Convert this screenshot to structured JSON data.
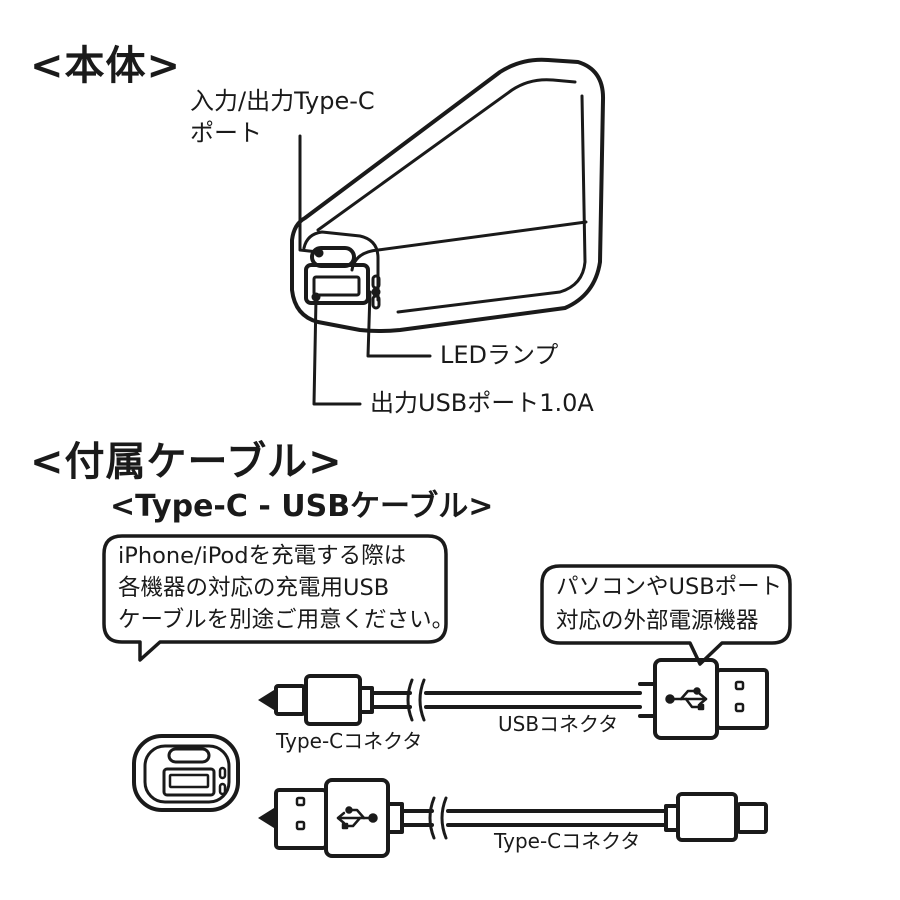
{
  "sections": {
    "main_unit": "<本体>",
    "cable": "<付属ケーブル>",
    "cable_type": "<Type-C - USBケーブル>"
  },
  "labels": {
    "port_line1": "入力/出力Type-C",
    "port_line2": "ポート",
    "led": "LEDランプ",
    "usb_out": "出力USBポート1.0A",
    "typec_connector_1": "Type-Cコネクタ",
    "usb_connector": "USBコネクタ",
    "typec_connector_2": "Type-Cコネクタ"
  },
  "notes": {
    "iphone": [
      "iPhone/iPodを充電する際は",
      "各機器の対応の充電用USB",
      "ケーブルを別途ご用意ください。"
    ],
    "pc": [
      "パソコンやUSBポート",
      "対応の外部電源機器"
    ]
  },
  "colors": {
    "line": "#1a1a1a",
    "background": "#ffffff"
  }
}
